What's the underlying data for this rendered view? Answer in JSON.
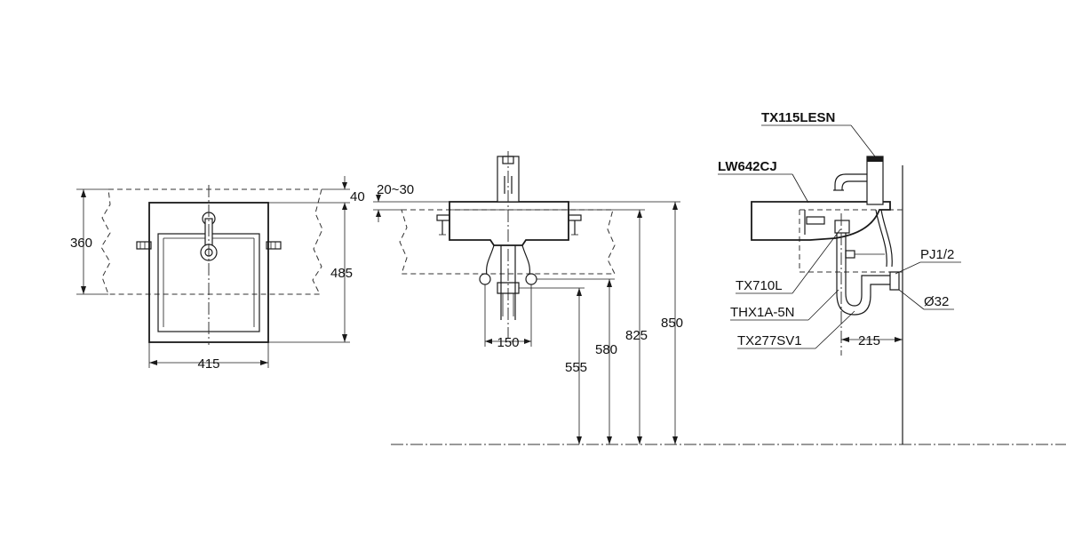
{
  "colors": {
    "line": "#1a1a1a",
    "background": "#ffffff"
  },
  "top_view": {
    "dims": {
      "d360": "360",
      "d40": "40",
      "d485": "485",
      "d415": "415"
    }
  },
  "front_view": {
    "dims": {
      "d20_30": "20~30",
      "d150": "150",
      "d555": "555",
      "d580": "580",
      "d825": "825",
      "d850": "850"
    }
  },
  "side_view": {
    "labels": {
      "faucet": "TX115LESN",
      "basin": "LW642CJ",
      "supply": "PJ1/2",
      "drain": "TX710L",
      "valve": "THX1A-5N",
      "trap": "TX277SV1",
      "pipe_dia": "Ø32"
    },
    "dims": {
      "d215": "215"
    }
  }
}
